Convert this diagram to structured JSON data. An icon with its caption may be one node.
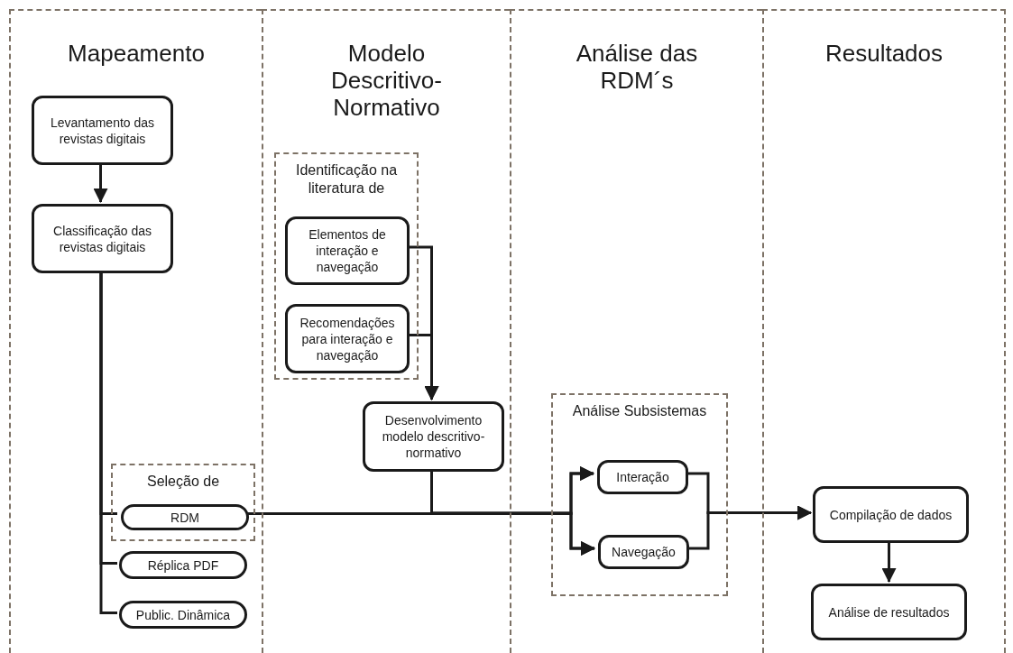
{
  "diagram": {
    "nodes": [
      {
        "text": [
          "Mapeamento"
        ]
      },
      {
        "text": [
          "Modelo Descritivo-Normativo"
        ]
      },
      {
        "text": [
          "Análise das RDM´s"
        ]
      },
      {
        "text": [
          "Resultados"
        ]
      },
      {
        "text": [
          "Levantamento das revistas digitais"
        ],
        "in": 0
      },
      {
        "text": [
          "Classificação das revistas digitais"
        ],
        "in": 0
      },
      {
        "text": [
          "Seleção de"
        ],
        "in": 0
      },
      {
        "text": [
          "RDM"
        ],
        "in": 6
      },
      {
        "text": [
          "Réplica PDF"
        ],
        "in": 0
      },
      {
        "text": [
          "Public. Dinâmica"
        ],
        "in": 0
      },
      {
        "text": [
          "Identificação na literatura de"
        ],
        "in": 1
      },
      {
        "text": [
          "Elementos de interação e navegação"
        ],
        "in": 10
      },
      {
        "text": [
          "Recomendações para interação e navegação"
        ],
        "in": 10
      },
      {
        "text": [
          "Desenvolvimento modelo descritivo-normativo"
        ],
        "in": 1
      },
      {
        "text": [
          "Análise Subsistemas"
        ],
        "in": 2
      },
      {
        "text": [
          "Interação"
        ],
        "in": 14
      },
      {
        "text": [
          "Navegação"
        ],
        "in": 14
      },
      {
        "text": [
          "Compilação de dados"
        ],
        "in": 3
      },
      {
        "text": [
          "Análise de resultados"
        ],
        "in": 3
      }
    ],
    "edges": [
      {
        "from": 4,
        "to": 5,
        "arrow": "to"
      },
      {
        "from": 5,
        "to": 7,
        "arrow": "none"
      },
      {
        "from": 5,
        "to": 8,
        "arrow": "none"
      },
      {
        "from": 5,
        "to": 9,
        "arrow": "none"
      },
      {
        "from": 11,
        "to": 13,
        "arrow": "to"
      },
      {
        "from": 12,
        "to": 13,
        "arrow": "to"
      },
      {
        "from": 7,
        "to": 15,
        "arrow": "to"
      },
      {
        "from": 7,
        "to": 16,
        "arrow": "to"
      },
      {
        "from": 13,
        "to": 15,
        "arrow": "to"
      },
      {
        "from": 13,
        "to": 16,
        "arrow": "to"
      },
      {
        "from": 15,
        "to": 17,
        "arrow": "to"
      },
      {
        "from": 16,
        "to": 17,
        "arrow": "to"
      },
      {
        "from": 17,
        "to": 18,
        "arrow": "to"
      }
    ]
  }
}
